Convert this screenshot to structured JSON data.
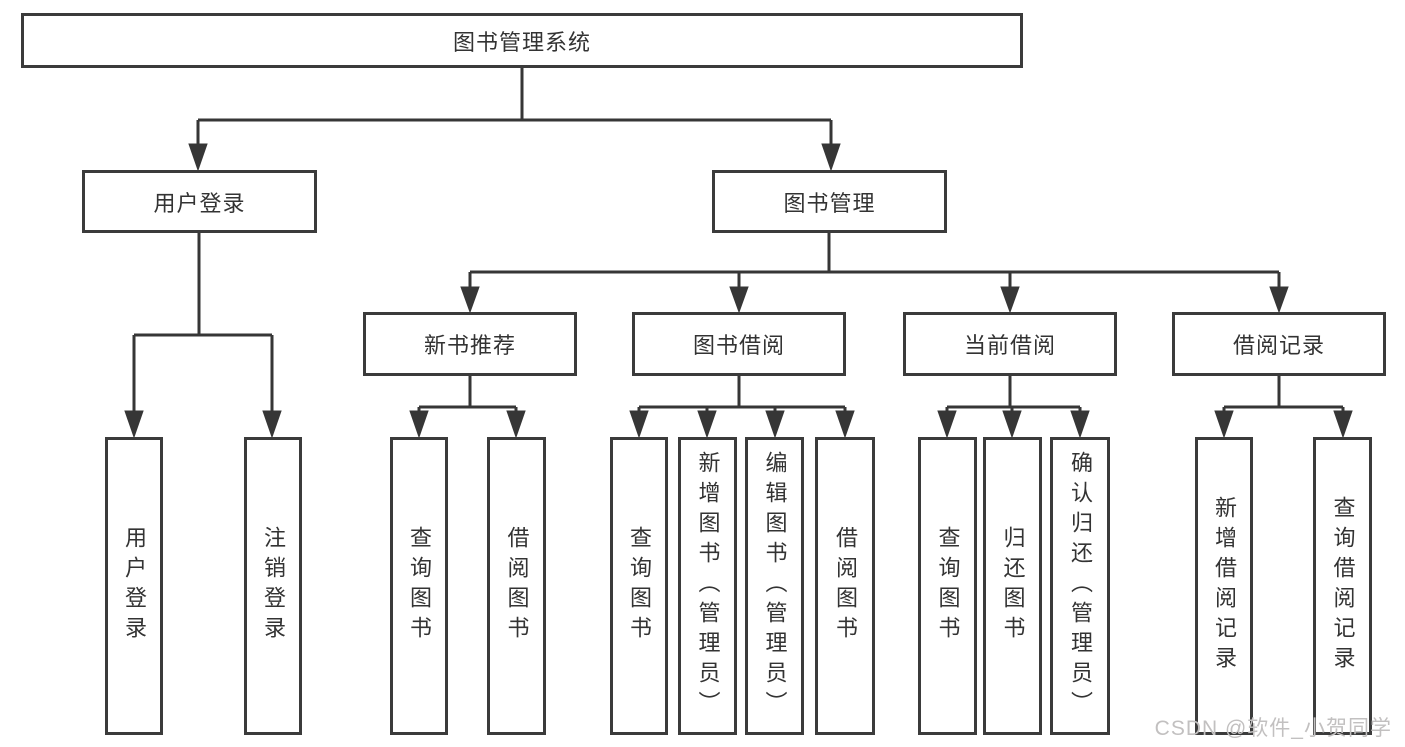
{
  "diagram": {
    "root": {
      "label": "图书管理系统"
    },
    "login": {
      "label": "用户登录",
      "children": [
        "用户登录",
        "注销登录"
      ]
    },
    "manage": {
      "label": "图书管理",
      "sections": {
        "newbook": {
          "label": "新书推荐",
          "children": [
            "查询图书",
            "借阅图书"
          ]
        },
        "borrow": {
          "label": "图书借阅",
          "children": [
            "查询图书",
            "新增图书（管理员）",
            "编辑图书（管理员）",
            "借阅图书"
          ]
        },
        "current": {
          "label": "当前借阅",
          "children": [
            "查询图书",
            "归还图书",
            "确认归还（管理员）"
          ]
        },
        "record": {
          "label": "借阅记录",
          "children": [
            "新增借阅记录",
            "查询借阅记录"
          ]
        }
      }
    }
  },
  "watermark": {
    "text": "CSDN @软件_小贺同学"
  },
  "colors": {
    "line": "#363636",
    "box_border": "#3b3b3b",
    "text": "#333333",
    "watermark": "#c2c0c0",
    "background": "#ffffff"
  }
}
